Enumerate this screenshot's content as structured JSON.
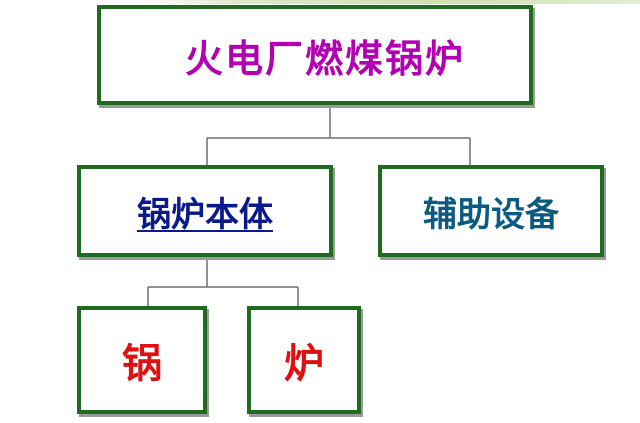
{
  "diagram": {
    "root": {
      "label": "火电厂燃煤锅炉"
    },
    "children": [
      {
        "label": "锅炉本体",
        "linked": true,
        "children": [
          {
            "label": "锅"
          },
          {
            "label": "炉"
          }
        ]
      },
      {
        "label": "辅助设备"
      }
    ]
  },
  "colors": {
    "border": "#1f6b1f",
    "root_text": "#b300b3",
    "boiler_body_text": "#0a1a8a",
    "auxiliary_text": "#0b5a82",
    "leaf_text": "#dd1111",
    "connector": "#6e6e6e"
  }
}
